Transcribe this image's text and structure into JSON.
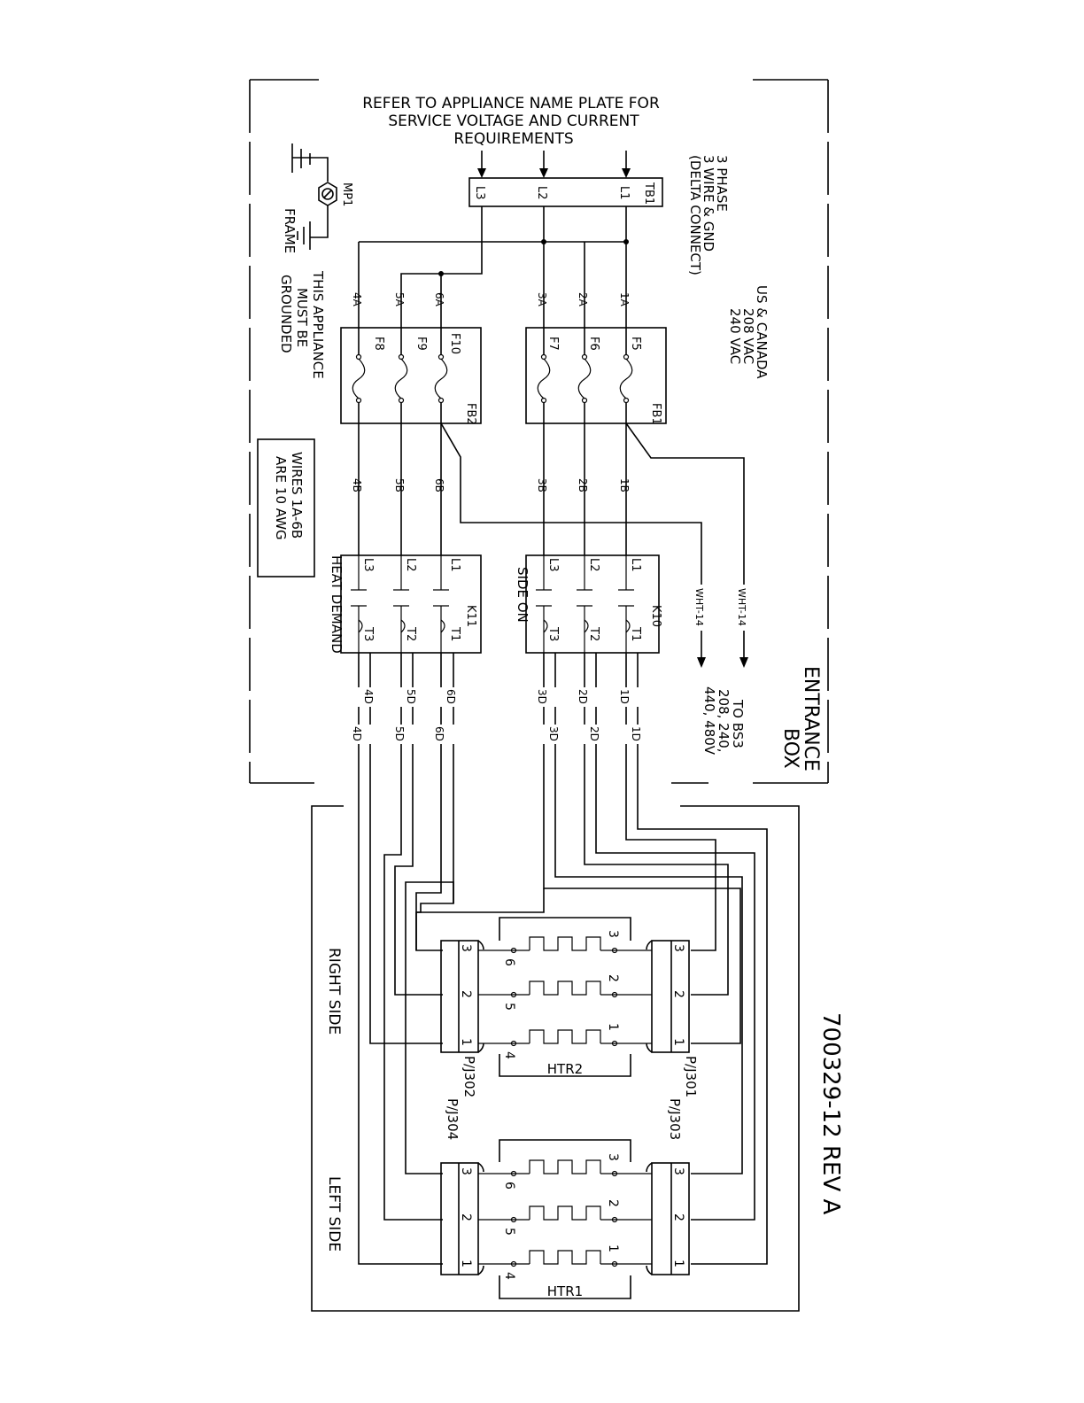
{
  "header_note": [
    "REFER TO APPLIANCE NAME PLATE FOR",
    "SERVICE VOLTAGE AND CURRENT",
    "REQUIREMENTS"
  ],
  "phase_note": [
    "3 PHASE",
    "3 WIRE & GND",
    "(DELTA CONNECT)"
  ],
  "voltage_note": [
    "US & CANADA",
    "208 VAC",
    "240 VAC"
  ],
  "ground_note": [
    "THIS APPLIANCE",
    "MUST BE",
    "GROUNDED"
  ],
  "wires_note": [
    "WIRES 1A-6B",
    "ARE 10 AWG"
  ],
  "entrance_box": [
    "ENTRANCE",
    "BOX"
  ],
  "bs3_note": [
    "TO BS3",
    "208, 240,",
    "440, 480V"
  ],
  "drawing_number": "700329-12 REV A",
  "labels": {
    "tb1": "TB1",
    "l1": "L1",
    "l2": "L2",
    "l3": "L3",
    "mp1": "MP1",
    "frame": "FRAME",
    "fb1": "FB1",
    "fb2": "FB2",
    "f5": "F5",
    "f6": "F6",
    "f7": "F7",
    "f8": "F8",
    "f9": "F9",
    "f10": "F10",
    "k10": "K10",
    "k11": "K11",
    "t1": "T1",
    "t2": "T2",
    "t3": "T3",
    "side_on": "SIDE ON",
    "heat_demand": "HEAT DEMAND",
    "wht14": "WHT-14",
    "right_side": "RIGHT SIDE",
    "left_side": "LEFT SIDE",
    "htr1": "HTR1",
    "htr2": "HTR2",
    "pj301": "P/J301",
    "pj302": "P/J302",
    "pj303": "P/J303",
    "pj304": "P/J304",
    "n1": "1",
    "n2": "2",
    "n3": "3",
    "n4": "4",
    "n5": "5",
    "n6": "6"
  },
  "wires": {
    "a": [
      "1A",
      "2A",
      "3A",
      "4A",
      "5A",
      "6A"
    ],
    "b": [
      "1B",
      "2B",
      "3B",
      "4B",
      "5B",
      "6B"
    ],
    "d": [
      "1D",
      "2D",
      "3D",
      "4D",
      "5D",
      "6D"
    ]
  }
}
